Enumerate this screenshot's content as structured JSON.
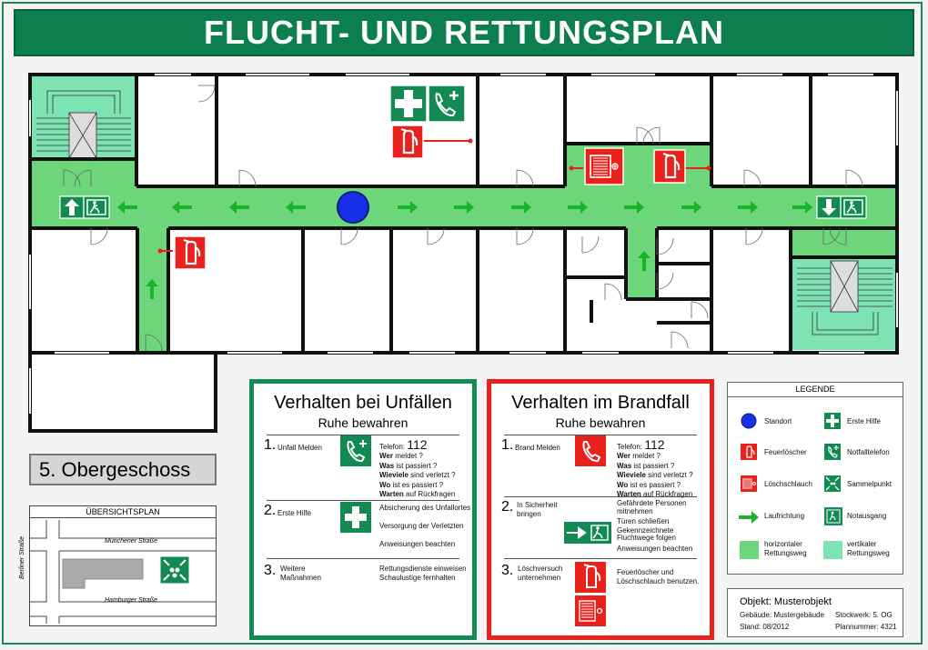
{
  "title": "FLUCHT- UND RETTUNGSPLAN",
  "floor_label": "5. Obergeschoss",
  "overview": {
    "title": "ÜBERSICHTSPLAN",
    "street_1": "Münchener Straße",
    "street_2": "Hamburger Straße",
    "street_3": "Berliner Straße"
  },
  "accidents": {
    "heading": "Verhalten bei Unfällen",
    "subheading": "Ruhe bewahren",
    "step1": {
      "num": "1.",
      "label": "Unfall Melden",
      "tel_label": "Telefon:",
      "tel_number": "112",
      "lines": [
        {
          "bold": "Wer",
          "rest": " meldet ?"
        },
        {
          "bold": "Was",
          "rest": " ist passiert ?"
        },
        {
          "bold": "Wieviele",
          "rest": " sind verletzt ?"
        },
        {
          "bold": "Wo",
          "rest": " ist es passiert ?"
        },
        {
          "bold": "Warten",
          "rest": " auf Rückfragen"
        }
      ]
    },
    "step2": {
      "num": "2.",
      "label": "Erste Hilfe",
      "line1": "Absicherung des Unfallortes",
      "line2": "Versorgung der Verletzten",
      "line3": "Anweisungen beachten"
    },
    "step3": {
      "num": "3.",
      "label_a": "Weitere",
      "label_b": "Maßnahmen",
      "line1": "Rettungsdienste einweisen",
      "line2": "Schaulustige fernhalten"
    }
  },
  "fire": {
    "heading": "Verhalten im Brandfall",
    "subheading": "Ruhe bewahren",
    "step1": {
      "num": "1.",
      "label": "Brand Melden",
      "tel_label": "Telefon:",
      "tel_number": "112",
      "lines": [
        {
          "bold": "Wer",
          "rest": " meldet ?"
        },
        {
          "bold": "Was",
          "rest": " ist passiert ?"
        },
        {
          "bold": "Wieviele",
          "rest": " sind verletzt ?"
        },
        {
          "bold": "Wo",
          "rest": " ist es passiert ?"
        },
        {
          "bold": "Warten",
          "rest": " auf Rückfragen"
        }
      ]
    },
    "step2": {
      "num": "2.",
      "label_a": "In Sicherheit",
      "label_b": "bringen",
      "line1": "Gefährdete Personen",
      "line1b": "mitnehmen",
      "line2": "Türen schließen",
      "line3": "Gekennzeichnete",
      "line3b": "Fluchtwege folgen",
      "line4": "Anweisungen beachten"
    },
    "step3": {
      "num": "3.",
      "label_a": "Löschversuch",
      "label_b": "unternehmen",
      "line1": "Feuerlöscher und",
      "line2": "Löschschlauch benutzen."
    }
  },
  "legend": {
    "title": "LEGENDE",
    "items": [
      {
        "label_a": "Standort",
        "label_b": ""
      },
      {
        "label_a": "Erste Hilfe",
        "label_b": ""
      },
      {
        "label_a": "Feuerlöscher",
        "label_b": ""
      },
      {
        "label_a": "Notfalltelefon",
        "label_b": ""
      },
      {
        "label_a": "Löschschlauch",
        "label_b": ""
      },
      {
        "label_a": "Sammelpunkt",
        "label_b": ""
      },
      {
        "label_a": "Laufrichtung",
        "label_b": ""
      },
      {
        "label_a": "Notausgang",
        "label_b": ""
      },
      {
        "label_a": "horizontaler",
        "label_b": "Rettungsweg"
      },
      {
        "label_a": "vertikaler",
        "label_b": "Rettungsweg"
      }
    ]
  },
  "info": {
    "object": "Objekt: Musterobjekt",
    "building": "Gebäude: Mustergebäude",
    "floor": "Stockwerk: 5. OG",
    "date": "Stand: 08/2012",
    "plan_no": "Plannummer: 4321"
  },
  "colors": {
    "title_green": "#0d7f4f",
    "route_green": "#6ed67a",
    "stair_green": "#7de3b2",
    "sign_green": "#138a52",
    "fire_red": "#e8211c",
    "standort_blue": "#1530e8",
    "arrow_green": "#16b52a"
  }
}
